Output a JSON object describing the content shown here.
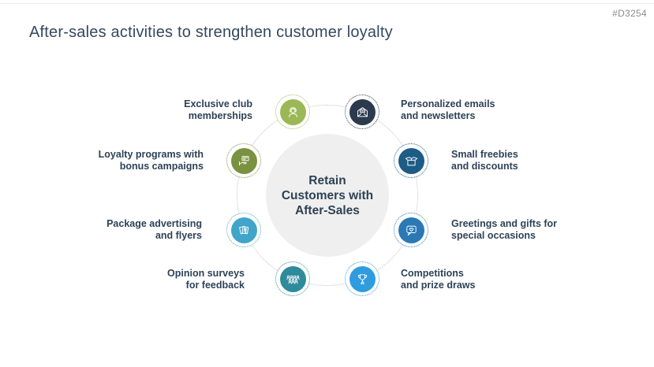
{
  "slide": {
    "title": "After-sales activities to strengthen customer loyalty",
    "badge": "#D3254"
  },
  "center": {
    "line1": "Retain",
    "line2": "Customers with",
    "line3": "After-Sales"
  },
  "items": [
    {
      "id": "exclusive-club-memberships",
      "line1": "Exclusive club",
      "line2": "memberships",
      "icon": "person-icon",
      "color": "#9bb857"
    },
    {
      "id": "personalized-emails",
      "line1": "Personalized emails",
      "line2": "and newsletters",
      "icon": "open-envelope-icon",
      "color": "#2b3a4d"
    },
    {
      "id": "small-freebies",
      "line1": "Small freebies",
      "line2": "and discounts",
      "icon": "open-box-icon",
      "color": "#1d5c85"
    },
    {
      "id": "greetings-gifts",
      "line1": "Greetings and gifts for",
      "line2": "special occasions",
      "icon": "heart-message-icon",
      "color": "#2a79b5"
    },
    {
      "id": "competitions-prize-draws",
      "line1": "Competitions",
      "line2": "and prize draws",
      "icon": "trophy-icon",
      "color": "#2f9ce0"
    },
    {
      "id": "opinion-surveys",
      "line1": "Opinion surveys",
      "line2": "for feedback",
      "icon": "crowd-icon",
      "color": "#2f8a9b"
    },
    {
      "id": "package-advertising",
      "line1": "Package advertising",
      "line2": "and flyers",
      "icon": "flyers-icon",
      "color": "#41a5c9"
    },
    {
      "id": "loyalty-programs",
      "line1": "Loyalty programs with",
      "line2": "bonus campaigns",
      "icon": "hand-card-icon",
      "color": "#7a9140"
    }
  ],
  "colors": {
    "title_text": "#35485e",
    "label_text": "#2e4257",
    "badge_text": "#8c8c8c",
    "center_circle_fill": "#efefef",
    "connector_dots": "#c4c4c4"
  }
}
